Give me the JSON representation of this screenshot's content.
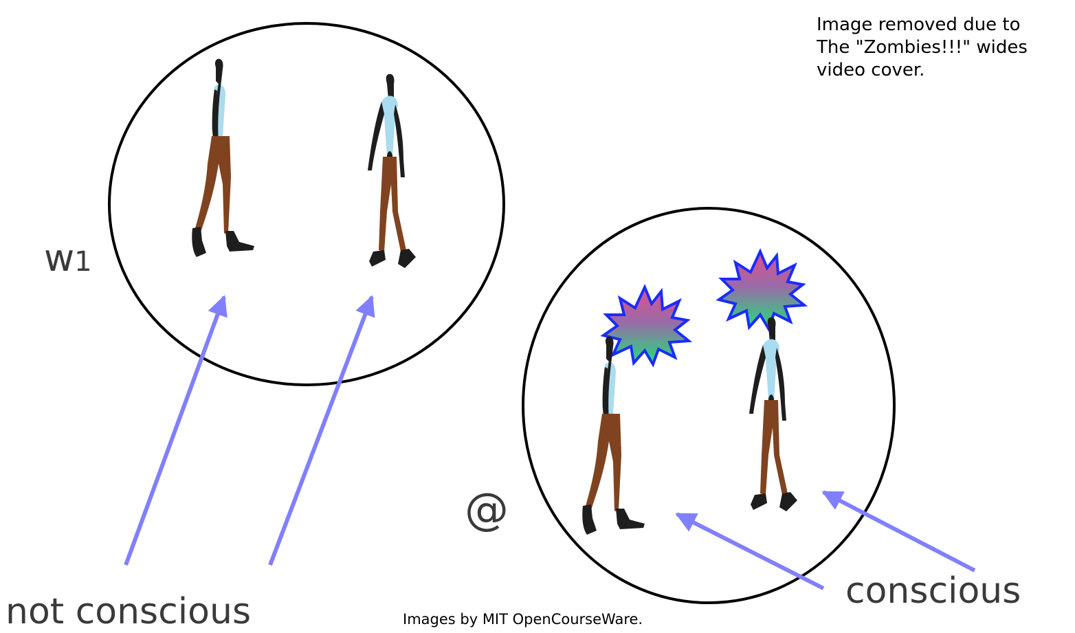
{
  "notice": {
    "line1": "Image removed due to",
    "line2": "The \"Zombies!!!\" wides",
    "line3": "video cover."
  },
  "labels": {
    "world_left": "w",
    "world_left_subscript": "1",
    "world_right": "@",
    "not_conscious": "not conscious",
    "conscious": "conscious"
  },
  "credit": "Images by MIT OpenCourseWare.",
  "colors": {
    "arrow": "#8080ff",
    "circle": "#000000",
    "shirt": "#a9dcef",
    "pants": "#80431f",
    "body": "#1e1e1e",
    "label": "#3a3a3a",
    "burst_outline": "#1a2cff"
  },
  "icons": [
    "zombie-figure-icon",
    "conscious-figure-icon",
    "starburst-icon"
  ]
}
